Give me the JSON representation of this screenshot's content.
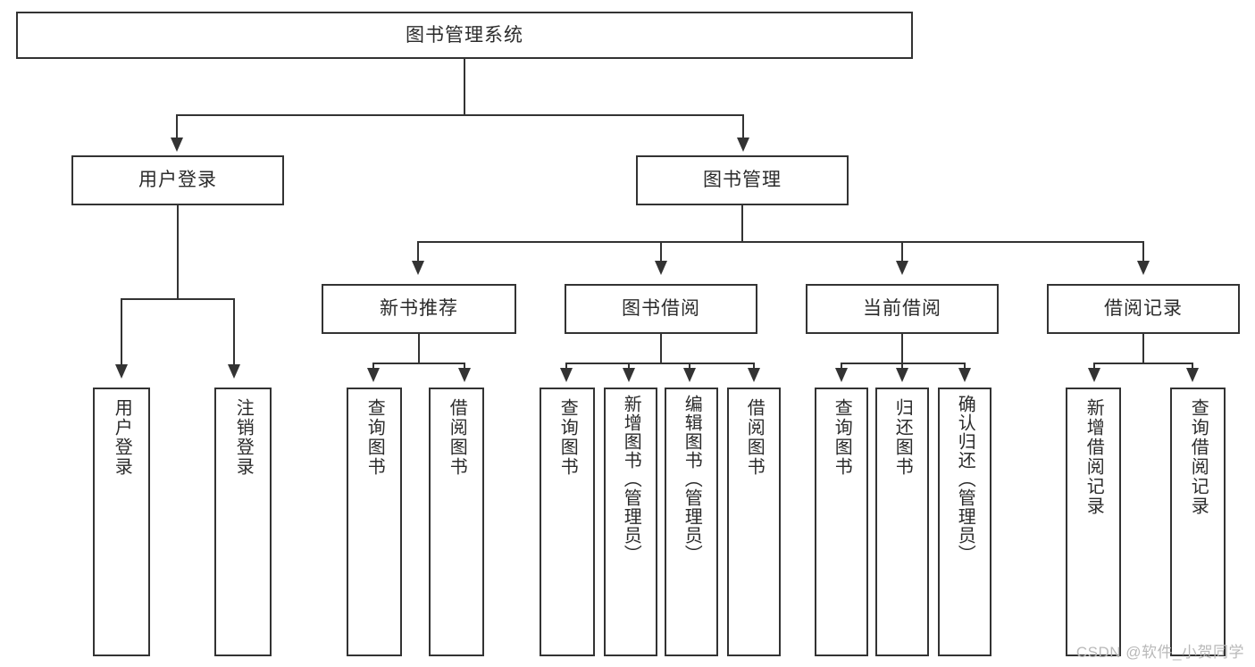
{
  "diagram": {
    "type": "tree",
    "title": "图书管理系统",
    "root": {
      "label": "图书管理系统"
    },
    "level1": [
      {
        "label": "用户登录"
      },
      {
        "label": "图书管理"
      }
    ],
    "level2": [
      {
        "label": "新书推荐"
      },
      {
        "label": "图书借阅"
      },
      {
        "label": "当前借阅"
      },
      {
        "label": "借阅记录"
      }
    ],
    "leaves": {
      "user_login": [
        {
          "label": "用户登录"
        },
        {
          "label": "注销登录"
        }
      ],
      "new_book_recommend": [
        {
          "label": "查询图书"
        },
        {
          "label": "借阅图书"
        }
      ],
      "book_borrow": [
        {
          "label": "查询图书"
        },
        {
          "label": "新增图书（管理员）"
        },
        {
          "label": "编辑图书（管理员）"
        },
        {
          "label": "借阅图书"
        }
      ],
      "current_borrow": [
        {
          "label": "查询图书"
        },
        {
          "label": "归还图书"
        },
        {
          "label": "确认归还（管理员）"
        }
      ],
      "borrow_records": [
        {
          "label": "新增借阅记录"
        },
        {
          "label": "查询借阅记录"
        }
      ]
    },
    "colors": {
      "border": "#333333",
      "background": "#ffffff",
      "text": "#2b2b2b",
      "watermark": "#b9b9b9"
    }
  },
  "watermark": {
    "text": "CSDN @软件_小贺同学"
  }
}
